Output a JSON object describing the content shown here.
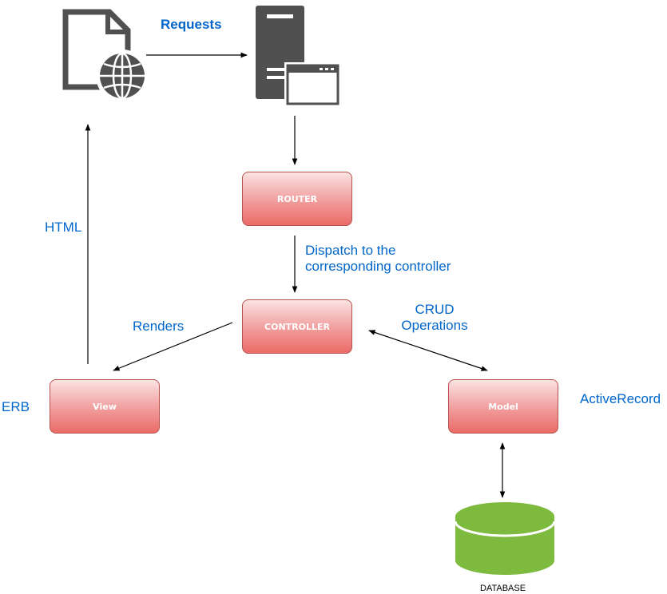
{
  "nodes": {
    "router": "ROUTER",
    "controller": "CONTROLLER",
    "view": "View",
    "model": "Model",
    "database": "DATABASE"
  },
  "edge_labels": {
    "requests": "Requests",
    "dispatch_line1": "Dispatch to the",
    "dispatch_line2": "corresponding controller",
    "crud_line1": "CRUD",
    "crud_line2": "Operations",
    "renders": "Renders",
    "html": "HTML"
  },
  "annotations": {
    "erb": "ERB",
    "activerecord": "ActiveRecord"
  },
  "icons": {
    "client": "web-document-globe-icon",
    "server": "server-window-icon",
    "database": "database-cylinder-icon"
  },
  "colors": {
    "box_fill_top": "#fbe3e3",
    "box_fill_bottom": "#ea6b66",
    "box_border": "#b85450",
    "label_blue": "#0066cc",
    "icon_gray": "#505050",
    "database_green": "#7dba3e",
    "arrow": "#000000"
  }
}
